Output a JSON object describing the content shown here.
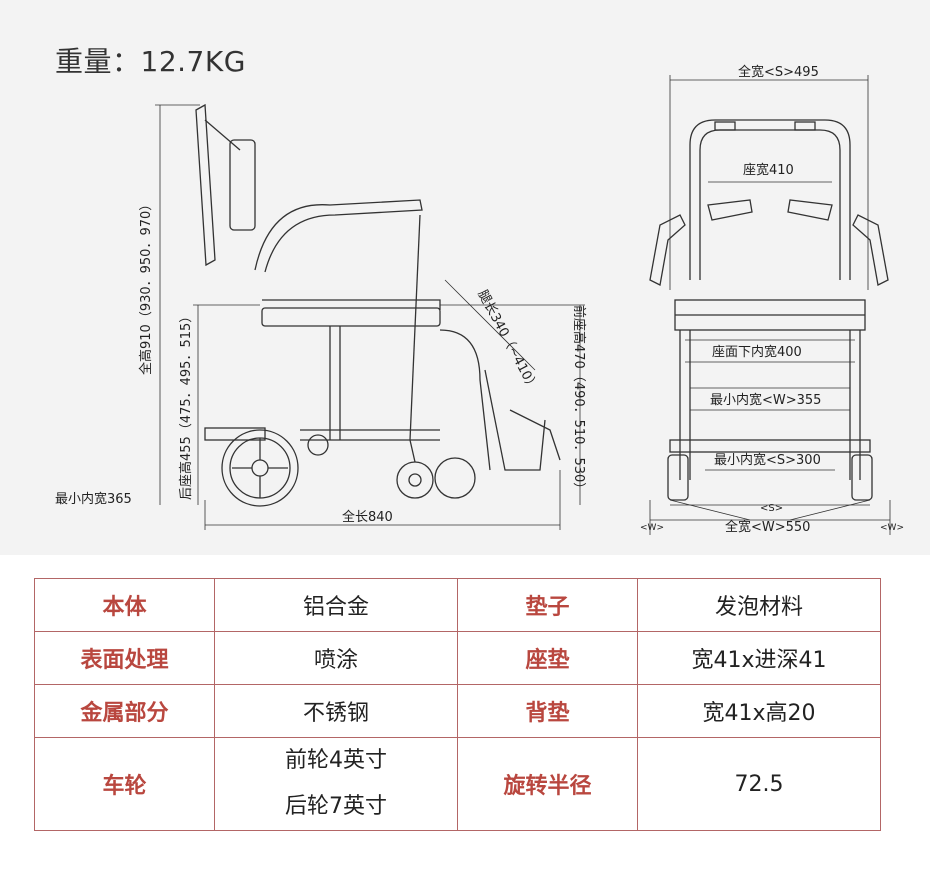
{
  "weight": "重量：12.7KG",
  "side_view": {
    "total_height": "全高910（930．950．970）",
    "rear_seat_height": "后座高455（475．495．515）",
    "front_seat_height": "前座高470（490．510．530）",
    "leg_length": "腿长340（~410）",
    "min_inner_width": "最小内宽365",
    "total_length": "全长840"
  },
  "front_view": {
    "total_width_s": "全宽<S>495",
    "seat_width": "座宽410",
    "under_seat_width": "座面下内宽400",
    "min_inner_w": "最小内宽<W>355",
    "min_inner_s": "最小内宽<S>300",
    "s_mark": "<S>",
    "w_left": "<W>",
    "w_right": "<W>",
    "total_width_w": "全宽<W>550"
  },
  "specs": [
    {
      "k1": "本体",
      "v1": "铝合金",
      "k2": "垫子",
      "v2": "发泡材料"
    },
    {
      "k1": "表面处理",
      "v1": "喷涂",
      "k2": "座垫",
      "v2": "宽41x进深41"
    },
    {
      "k1": "金属部分",
      "v1": "不锈钢",
      "k2": "背垫",
      "v2": "宽41x高20"
    }
  ],
  "wheel_row": {
    "k1": "车轮",
    "v1a": "前轮4英寸",
    "v1b": "后轮7英寸",
    "k2": "旋转半径",
    "v2": "72.5"
  },
  "colors": {
    "key_text": "#b9473f",
    "border": "#b36666",
    "diagram_bg": "#f3f3f3"
  }
}
